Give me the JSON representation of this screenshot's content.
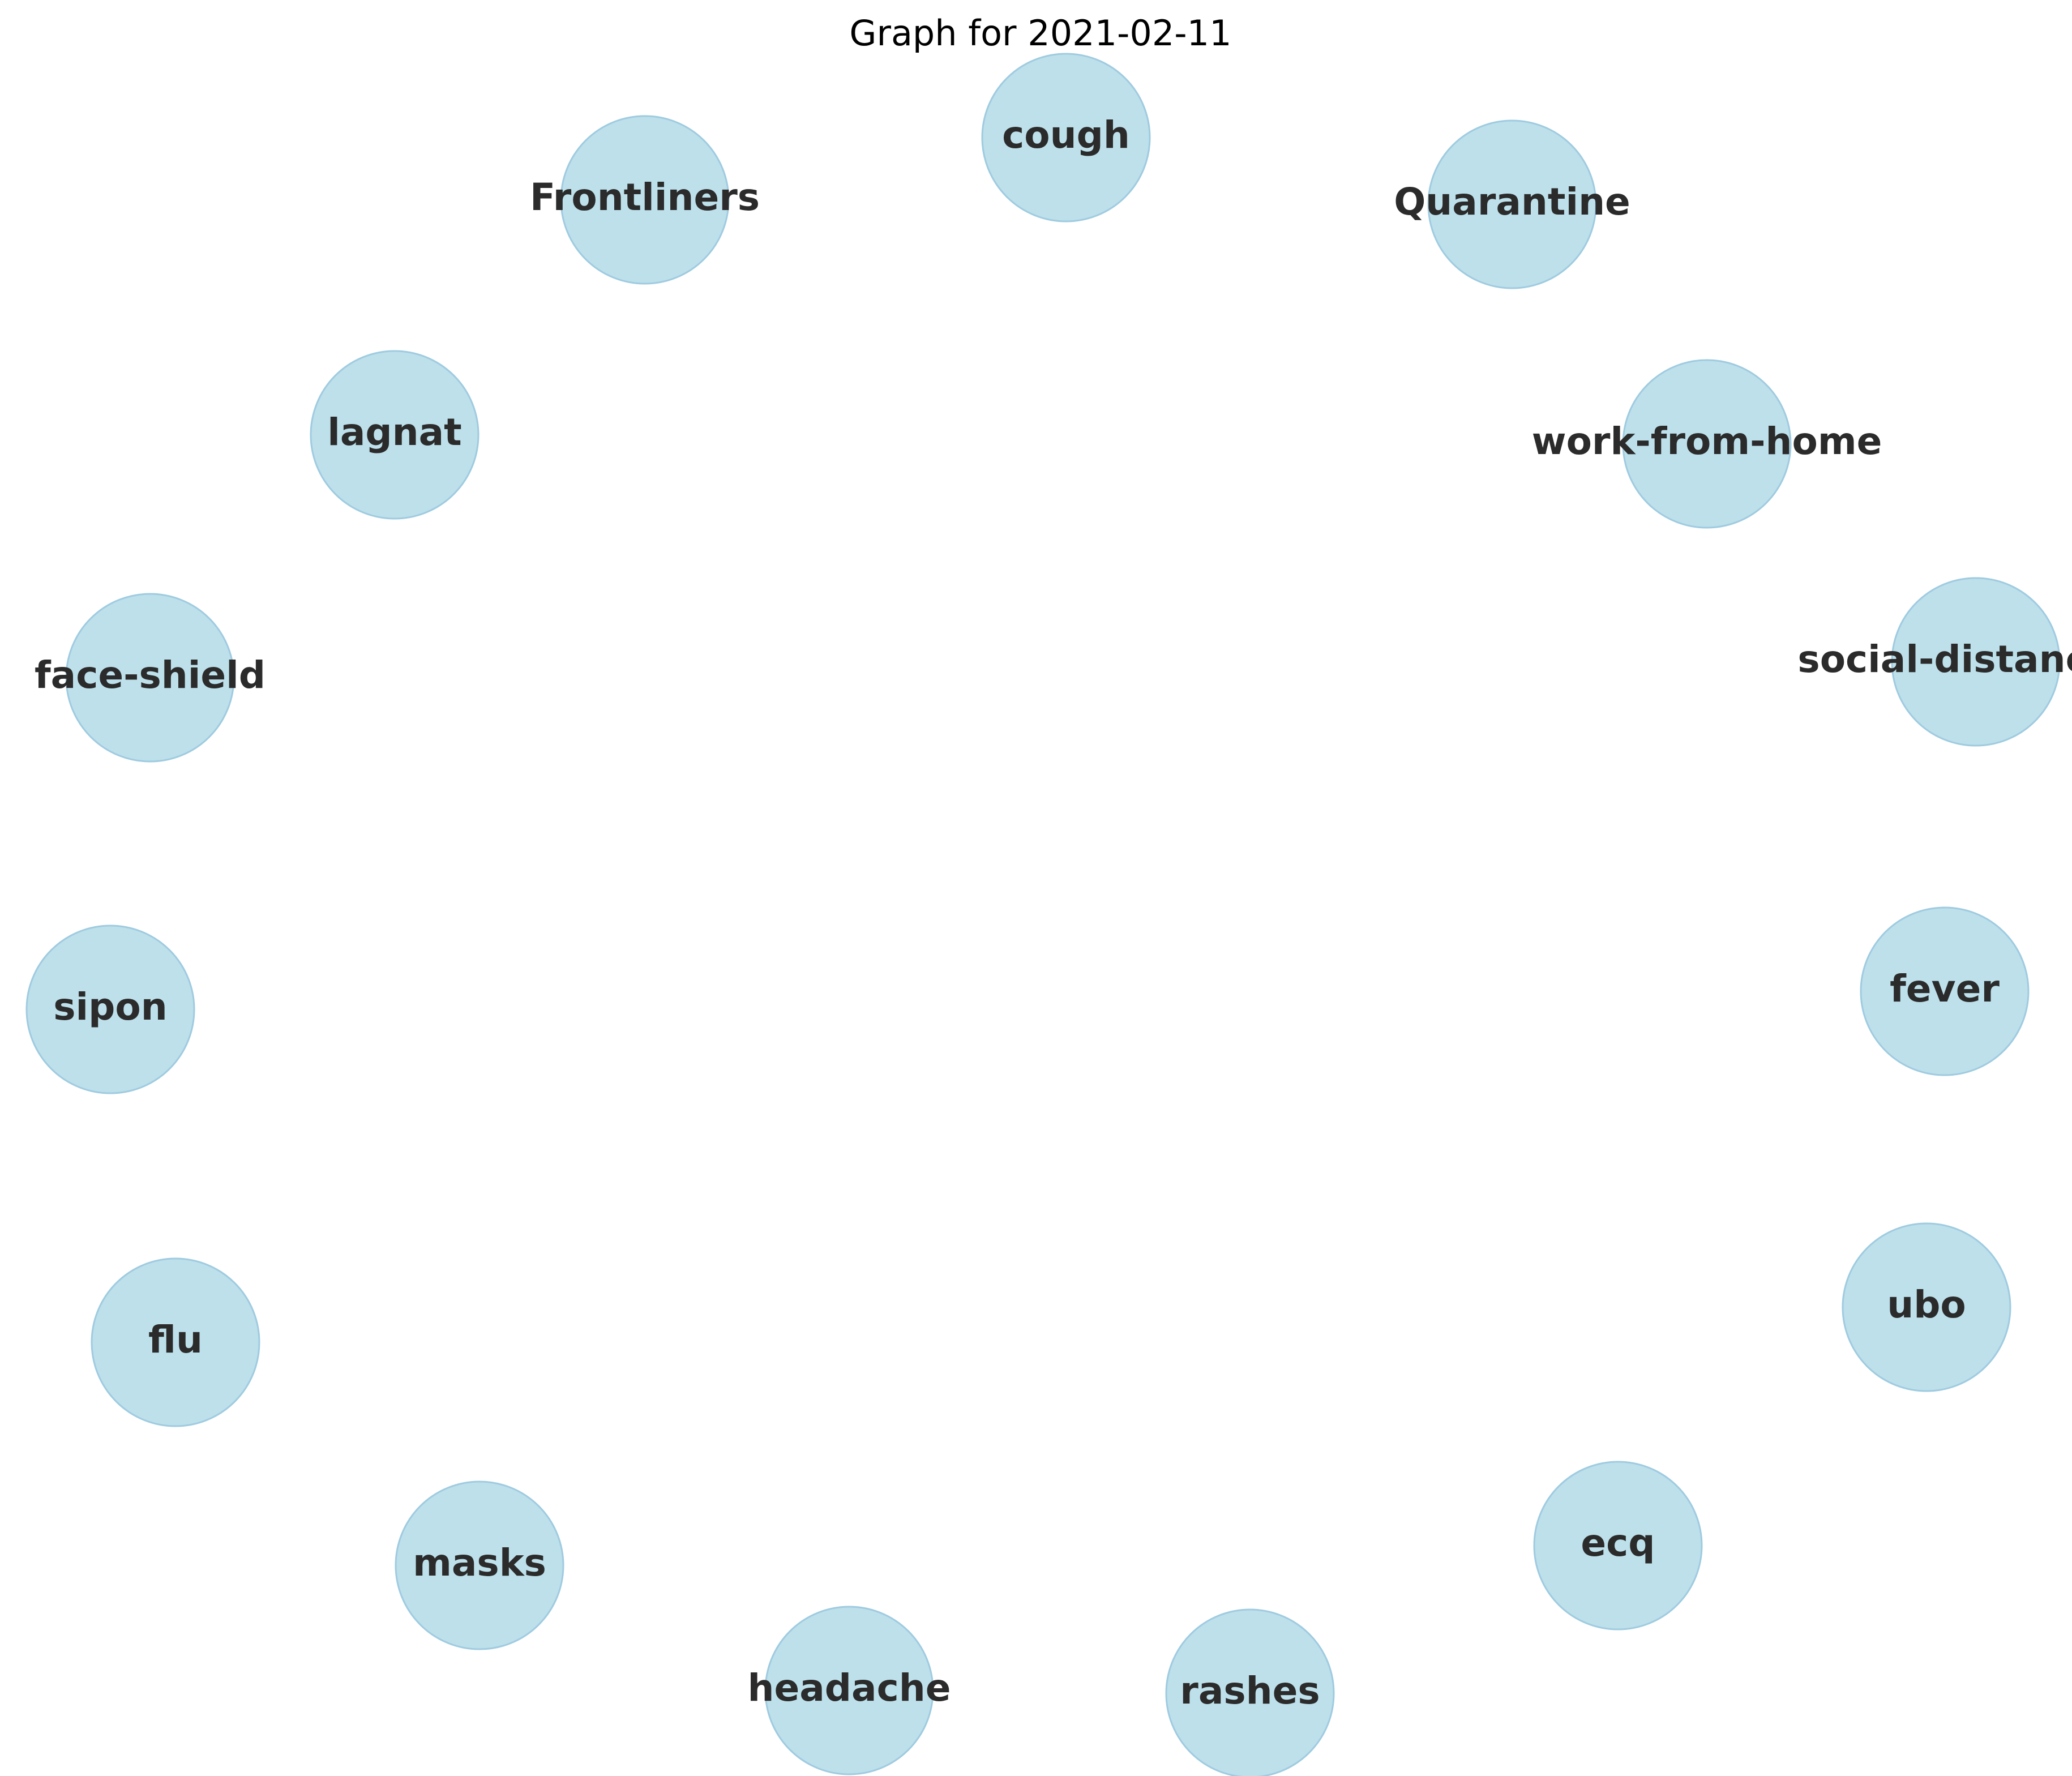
{
  "title": "Graph for 2021-02-11",
  "colors": {
    "node_fill": "#add8e6",
    "label_text": "#2b2b2b",
    "background": "#ffffff"
  },
  "nodes": [
    {
      "label": "cough"
    },
    {
      "label": "Frontliners"
    },
    {
      "label": "Quarantine"
    },
    {
      "label": "lagnat"
    },
    {
      "label": "work-from-home"
    },
    {
      "label": "face-shield"
    },
    {
      "label": "social-distancing"
    },
    {
      "label": "sipon"
    },
    {
      "label": "fever"
    },
    {
      "label": "flu"
    },
    {
      "label": "ubo"
    },
    {
      "label": "masks"
    },
    {
      "label": "ecq"
    },
    {
      "label": "headache"
    },
    {
      "label": "rashes"
    }
  ],
  "edges": []
}
